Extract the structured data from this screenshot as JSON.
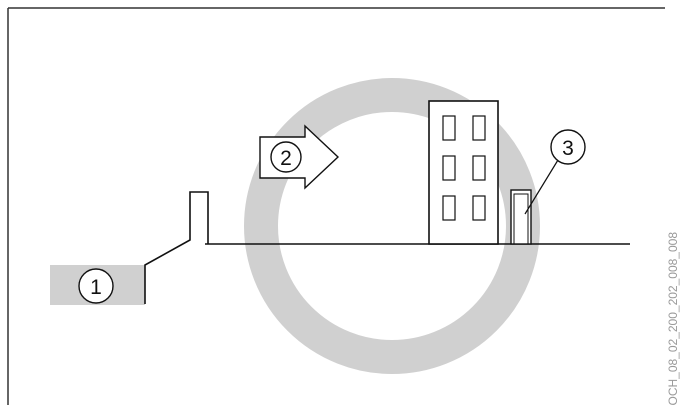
{
  "diagram": {
    "callouts": [
      {
        "id": "1",
        "label": "1"
      },
      {
        "id": "2",
        "label": "2"
      },
      {
        "id": "3",
        "label": "3"
      }
    ],
    "side_code": "OCH_08_02_200_202_008_008",
    "colors": {
      "line": "#111111",
      "zone_gray": "#d0d0d0",
      "frame": "#333333",
      "background": "#ffffff"
    }
  }
}
